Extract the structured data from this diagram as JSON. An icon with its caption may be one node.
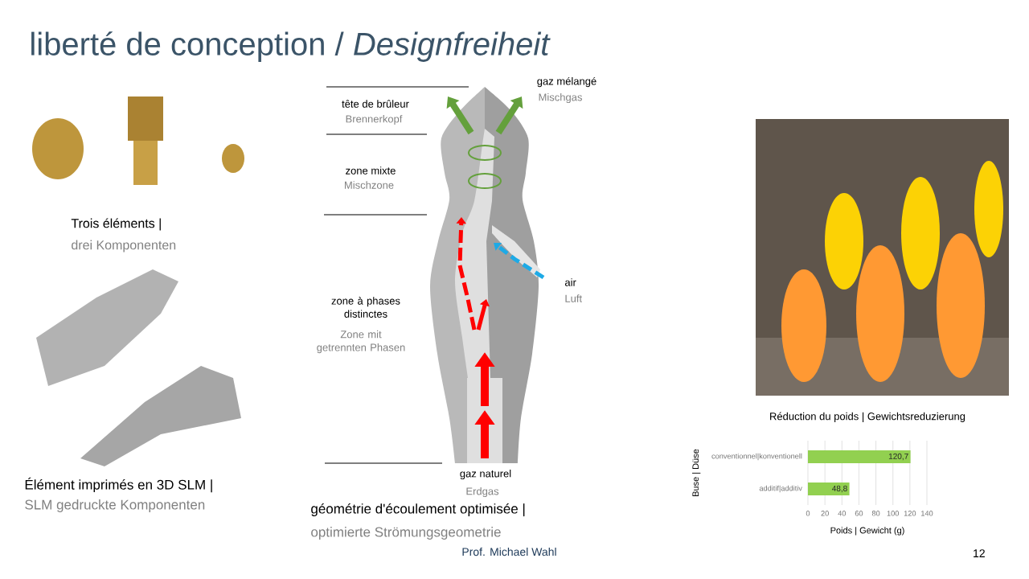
{
  "diagram": {
    "title": "liberté de conception / *Designfreiheit*",
    "labels": [
      "Trois éléments |",
      "drei Komponenten",
      "Élément imprimés en 3D SLM |",
      "SLM gedruckte Komponenten",
      "tête de brûleur",
      "Brennerkopf",
      "zone mixte",
      "Mischzone",
      "zone à phases distinctes",
      "Zone mit getrennten Phasen",
      "gaz naturel",
      "Erdgas",
      "gaz mélangé",
      "Mischgas",
      "air",
      "Luft",
      "géométrie d'écoulement optimisée |",
      "optimierte Strömungsgeometrie",
      "Prof. Michael Wahl",
      "12"
    ],
    "chart_data": {
      "type": "bar",
      "orientation": "horizontal",
      "title": "Réduction du poids | Gewichtsreduzierung",
      "xlabel": "Poids | Gewicht (g)",
      "ylabel": "Buse | Düse",
      "categories": [
        "conventionnel|konventionell",
        "additif|additiv"
      ],
      "series": [
        {
          "color": "#92d050",
          "values": [
            120.7,
            48.8
          ]
        }
      ],
      "value_labels": [
        "120,7",
        "48,8"
      ],
      "grid": true,
      "xlim": [
        0,
        140
      ],
      "xticks": [
        0,
        20,
        40,
        60,
        80,
        100,
        120,
        140
      ]
    }
  }
}
